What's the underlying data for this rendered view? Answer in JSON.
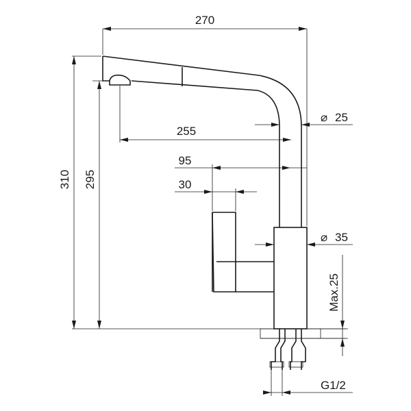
{
  "drawing": {
    "dimensions": {
      "overall_width": "270",
      "spout_reach": "255",
      "handle_offset": "95",
      "handle_width": "30",
      "overall_height": "310",
      "spout_height": "295",
      "spout_diameter": "25",
      "body_diameter": "35",
      "max_deck_thickness": "Max.25",
      "connection_thread": "G1/2"
    },
    "diameter_symbol": "⌀"
  }
}
